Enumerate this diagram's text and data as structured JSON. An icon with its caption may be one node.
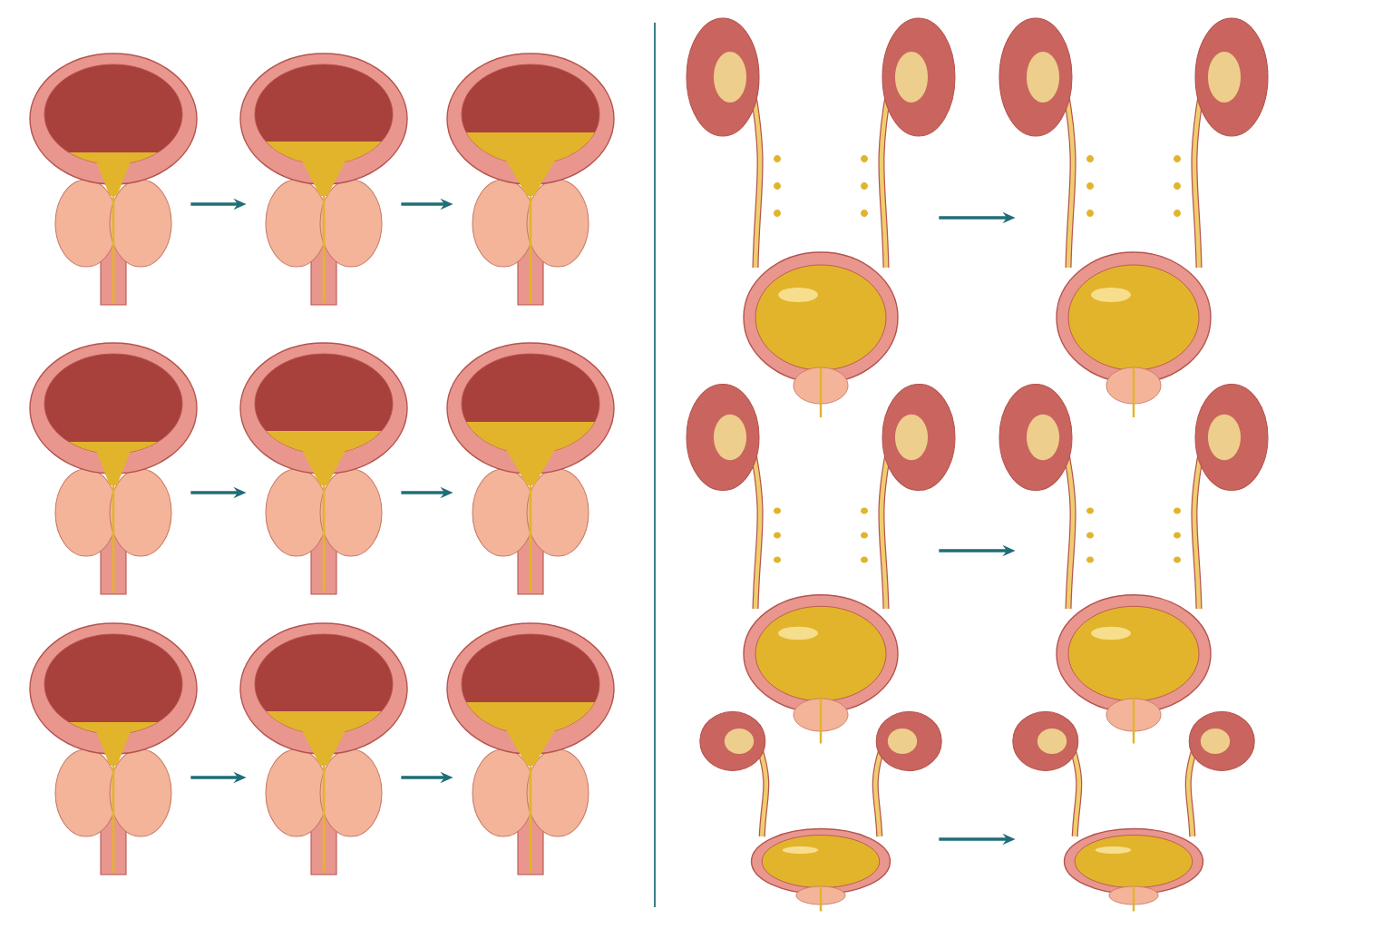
{
  "diagram": {
    "nodes": [
      {
        "text": [],
        "shape": "picture"
      },
      {
        "text": [],
        "shape": "picture"
      },
      {
        "text": [],
        "shape": "picture"
      },
      {
        "text": [],
        "shape": "picture"
      },
      {
        "text": [],
        "shape": "picture"
      },
      {
        "text": [],
        "shape": "picture"
      },
      {
        "text": [],
        "shape": "picture"
      },
      {
        "text": [],
        "shape": "picture"
      },
      {
        "text": [],
        "shape": "picture"
      },
      {
        "text": [],
        "shape": "picture"
      },
      {
        "text": [],
        "shape": "picture"
      },
      {
        "text": [],
        "shape": "picture"
      },
      {
        "text": [],
        "shape": "picture"
      },
      {
        "text": [],
        "shape": "picture"
      },
      {
        "text": [],
        "shape": "picture"
      }
    ],
    "edges": [
      {
        "from": 0,
        "to": 1,
        "arrow": "to"
      },
      {
        "from": 1,
        "to": 2,
        "arrow": "to"
      },
      {
        "from": 3,
        "to": 4,
        "arrow": "to"
      },
      {
        "from": 4,
        "to": 5,
        "arrow": "to"
      },
      {
        "from": 6,
        "to": 7,
        "arrow": "to"
      },
      {
        "from": 7,
        "to": 8,
        "arrow": "to"
      },
      {
        "from": 9,
        "to": 10,
        "arrow": "to"
      },
      {
        "from": 11,
        "to": 12,
        "arrow": "to"
      },
      {
        "from": 13,
        "to": 14,
        "arrow": "to"
      }
    ]
  }
}
